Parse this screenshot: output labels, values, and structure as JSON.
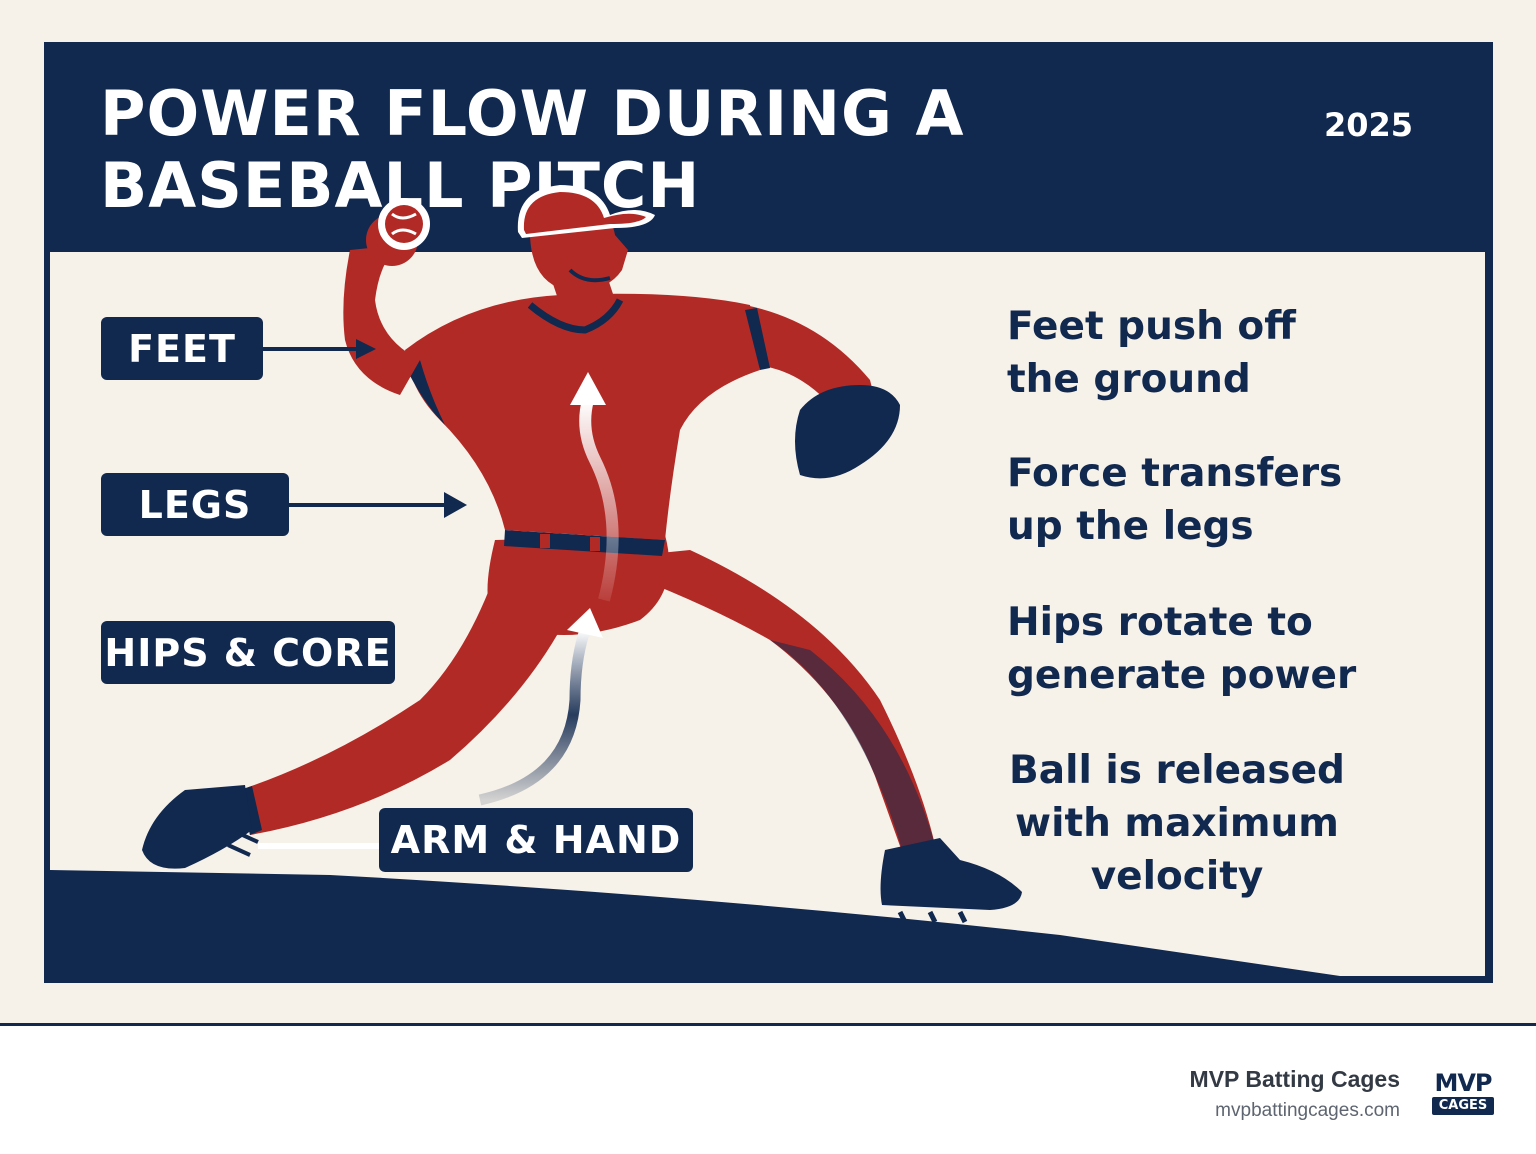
{
  "header": {
    "title": "POWER FLOW DURING A BASEBALL PITCH",
    "year": "2025"
  },
  "labels": [
    {
      "text": "FEET"
    },
    {
      "text": "LEGS"
    },
    {
      "text": "HIPS & CORE"
    },
    {
      "text": "ARM & HAND"
    }
  ],
  "steps": [
    {
      "text": "Feet push off the ground"
    },
    {
      "text": "Force transfers up the legs"
    },
    {
      "text": "Hips rotate to generate power"
    },
    {
      "text": "Ball is released with maximum velocity"
    }
  ],
  "footer": {
    "brand": "MVP Batting Cages",
    "url": "mvpbattingcages.com",
    "logo_top": "MVP",
    "logo_bottom": "CAGES"
  },
  "colors": {
    "navy": "#11284f",
    "red": "#b22a26",
    "cream": "#f6f1e9"
  }
}
